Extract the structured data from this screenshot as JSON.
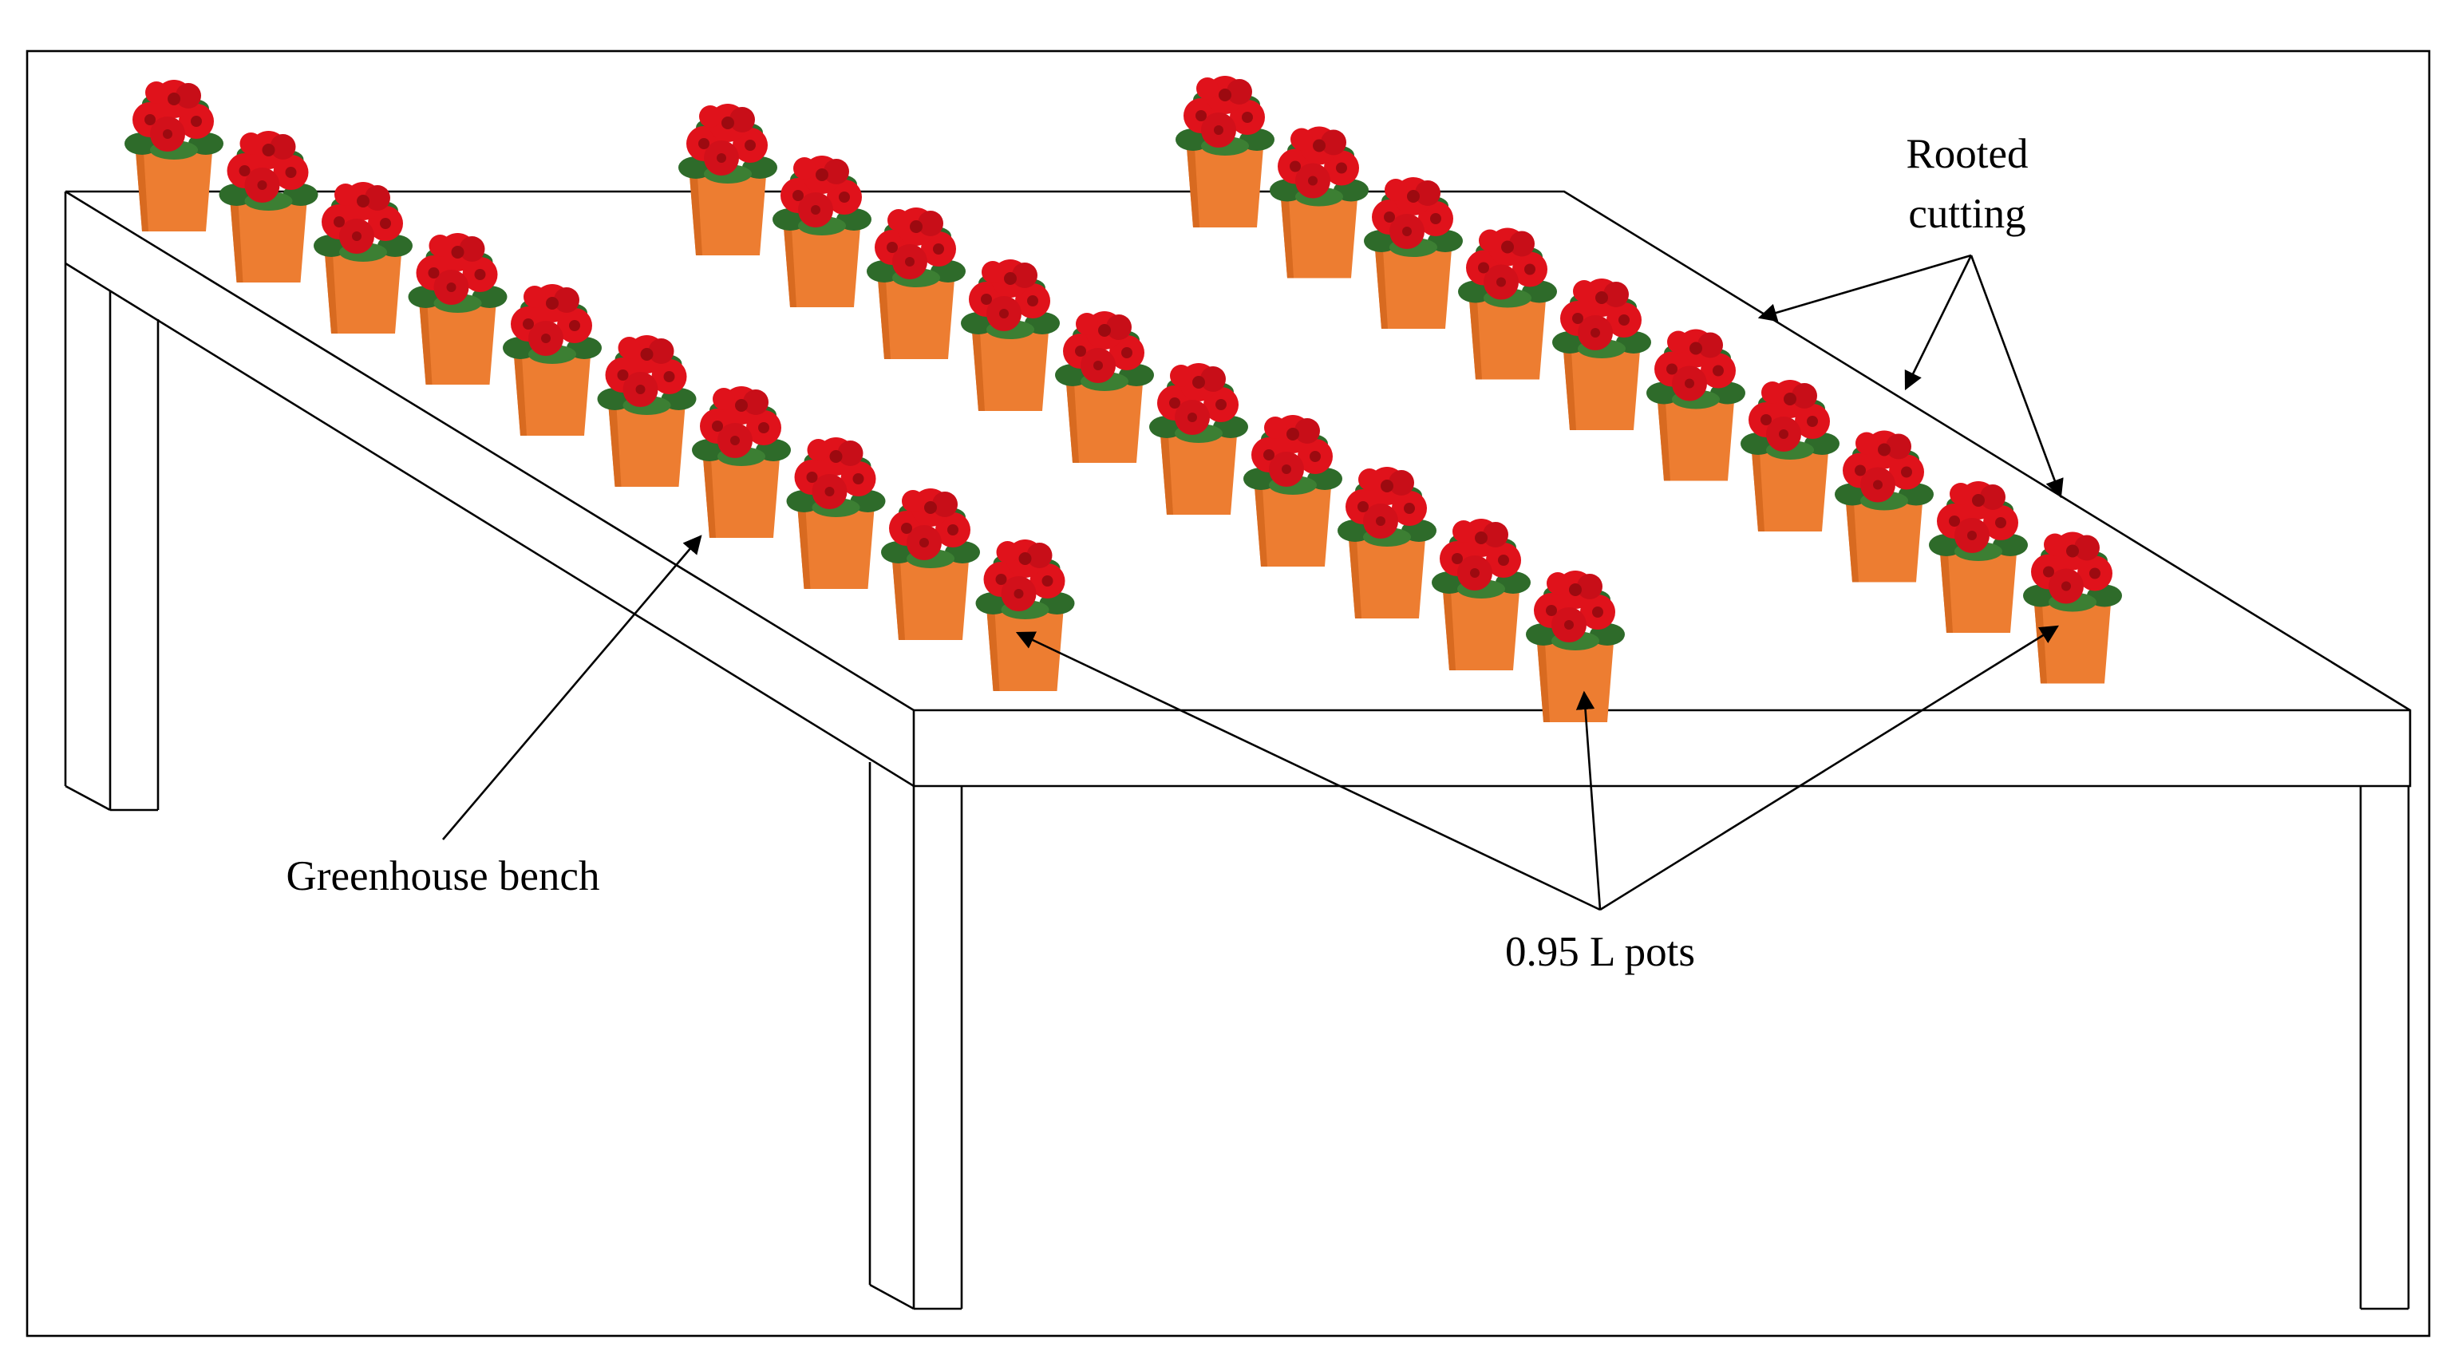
{
  "figure": {
    "labels": {
      "rooted_cutting_line1": "Rooted",
      "rooted_cutting_line2": "cutting",
      "greenhouse_bench": "Greenhouse bench",
      "pots": "0.95 L pots"
    },
    "colors": {
      "pot": "#ED7D31",
      "pot_shade": "#D86A20",
      "flower": "#E0121B",
      "flower_dark": "#9C0A10",
      "leaf": "#2E6B2A",
      "outline": "#000000"
    },
    "plant_rows": [
      {
        "name": "left-row",
        "count": 10
      },
      {
        "name": "middle-row",
        "count": 10
      },
      {
        "name": "right-row",
        "count": 10
      }
    ]
  }
}
